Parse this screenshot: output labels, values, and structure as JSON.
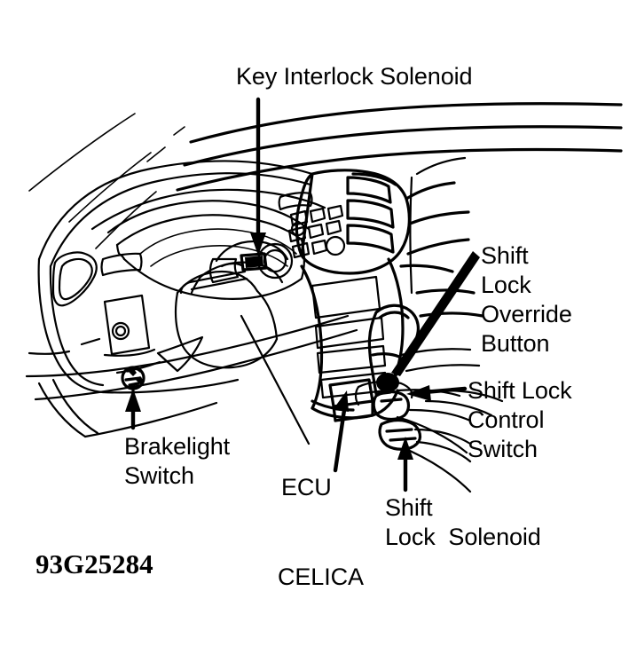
{
  "figure": {
    "title": "Key Interlock Solenoid",
    "figure_number": "93G25284",
    "model": "CELICA",
    "subject": "Automotive dashboard line diagram showing shift lock system components",
    "colors": {
      "ink": "#000000",
      "background": "#ffffff"
    }
  },
  "labels": {
    "key_interlock_solenoid": "Key Interlock Solenoid",
    "shift_lock_override_button": "Shift\nLock\nOverride\nButton",
    "shift_lock_control_switch": "Shift Lock\nControl\nSwitch",
    "brakelight_switch": "Brakelight\nSwitch",
    "ecu": "ECU",
    "shift_lock_solenoid": "Shift\nLock  Solenoid"
  },
  "callouts": [
    {
      "name": "key-interlock-solenoid",
      "label": "Key Interlock Solenoid",
      "pointer": "arrow",
      "direction": "down",
      "target": "ignition key cylinder on steering column"
    },
    {
      "name": "shift-lock-override-button",
      "label": "Shift Lock Override Button",
      "pointer": "leader-line-with-dot",
      "direction": "down-left",
      "target": "override button at base of shifter"
    },
    {
      "name": "shift-lock-control-switch",
      "label": "Shift Lock Control Switch",
      "pointer": "arrow",
      "direction": "left",
      "target": "control switch on console"
    },
    {
      "name": "brakelight-switch",
      "label": "Brakelight Switch",
      "pointer": "arrow",
      "direction": "up",
      "target": "brake pedal switch under dash"
    },
    {
      "name": "ecu",
      "label": "ECU",
      "pointer": "arrow",
      "direction": "up",
      "target": "electronic control unit under console"
    },
    {
      "name": "shift-lock-solenoid",
      "label": "Shift Lock Solenoid",
      "pointer": "arrow",
      "direction": "up",
      "target": "solenoid at shifter base"
    }
  ]
}
